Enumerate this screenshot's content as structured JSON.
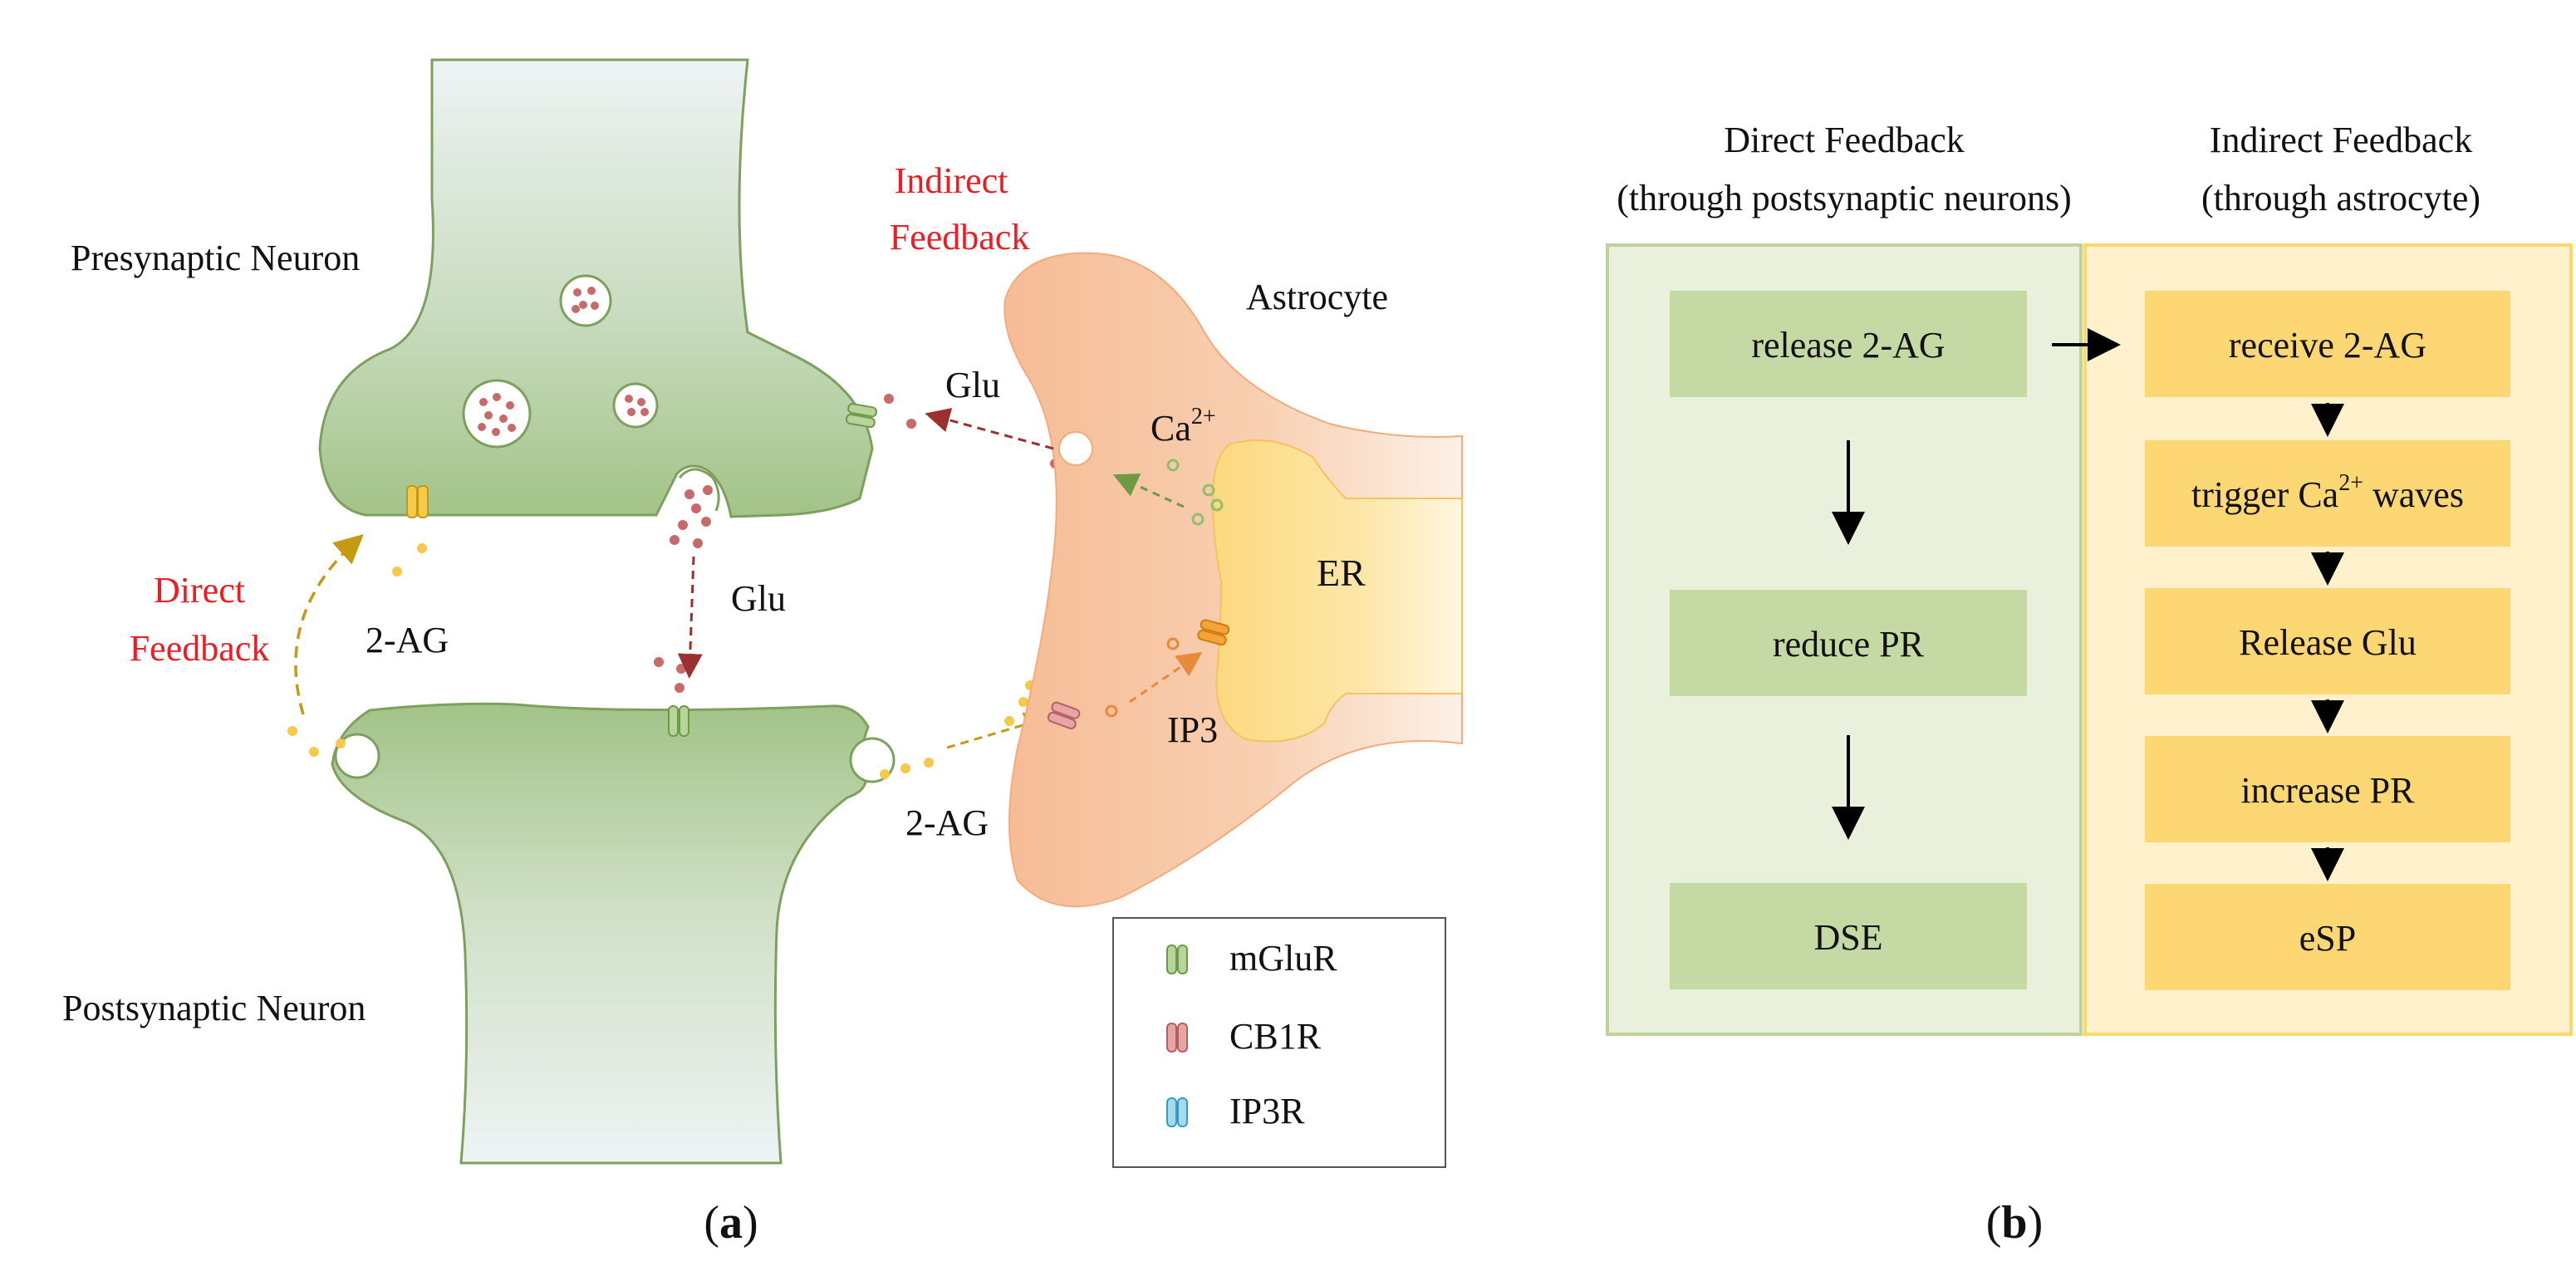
{
  "panel_a": {
    "presynaptic_label": "Presynaptic Neuron",
    "postsynaptic_label": "Postsynaptic Neuron",
    "astrocyte_label": "Astrocyte",
    "er_label": "ER",
    "direct_feedback_line1": "Direct",
    "direct_feedback_line2": "Feedback",
    "indirect_feedback_line1": "Indirect",
    "indirect_feedback_line2": "Feedback",
    "glu_center": "Glu",
    "glu_right": "Glu",
    "ag_left": "2-AG",
    "ag_bottom": "2-AG",
    "ca_base": "Ca",
    "ca_sup": "2+",
    "ip3": "IP3",
    "caption_open": "(",
    "caption_letter": "a",
    "caption_close": ")",
    "legend": [
      {
        "label": "mGluR",
        "color": "#8fbf6f",
        "icon": "mglur-receptor-icon"
      },
      {
        "label": "CB1R",
        "color": "#e39a9a",
        "icon": "cb1r-receptor-icon"
      },
      {
        "label": "IP3R",
        "color": "#6fc3df",
        "icon": "ip3r-receptor-icon"
      }
    ]
  },
  "panel_b": {
    "direct_header_line1": "Direct Feedback",
    "direct_header_line2": "(through postsynaptic neurons)",
    "indirect_header_line1": "Indirect Feedback",
    "indirect_header_line2": "(through astrocyte)",
    "direct_steps": [
      "release 2-AG",
      "reduce PR",
      "DSE"
    ],
    "indirect_steps": [
      "receive 2-AG",
      "trigger Ca",
      "Release Glu",
      "increase PR",
      "eSP"
    ],
    "trigger_sup": "2+",
    "trigger_suffix": " waves",
    "caption_open": "(",
    "caption_letter": "b",
    "caption_close": ")"
  },
  "colors": {
    "neuron_green": "#a5c48a",
    "neuron_outline": "#7ea05f",
    "astrocyte_orange": "#f6c2a0",
    "er_yellow": "#fde6a3",
    "feedback_red": "#ee1c24",
    "direct_box": "#c5d9a4",
    "direct_panel": "#e9f0dc",
    "indirect_box": "#fdd774",
    "indirect_panel": "#fff1cc"
  }
}
